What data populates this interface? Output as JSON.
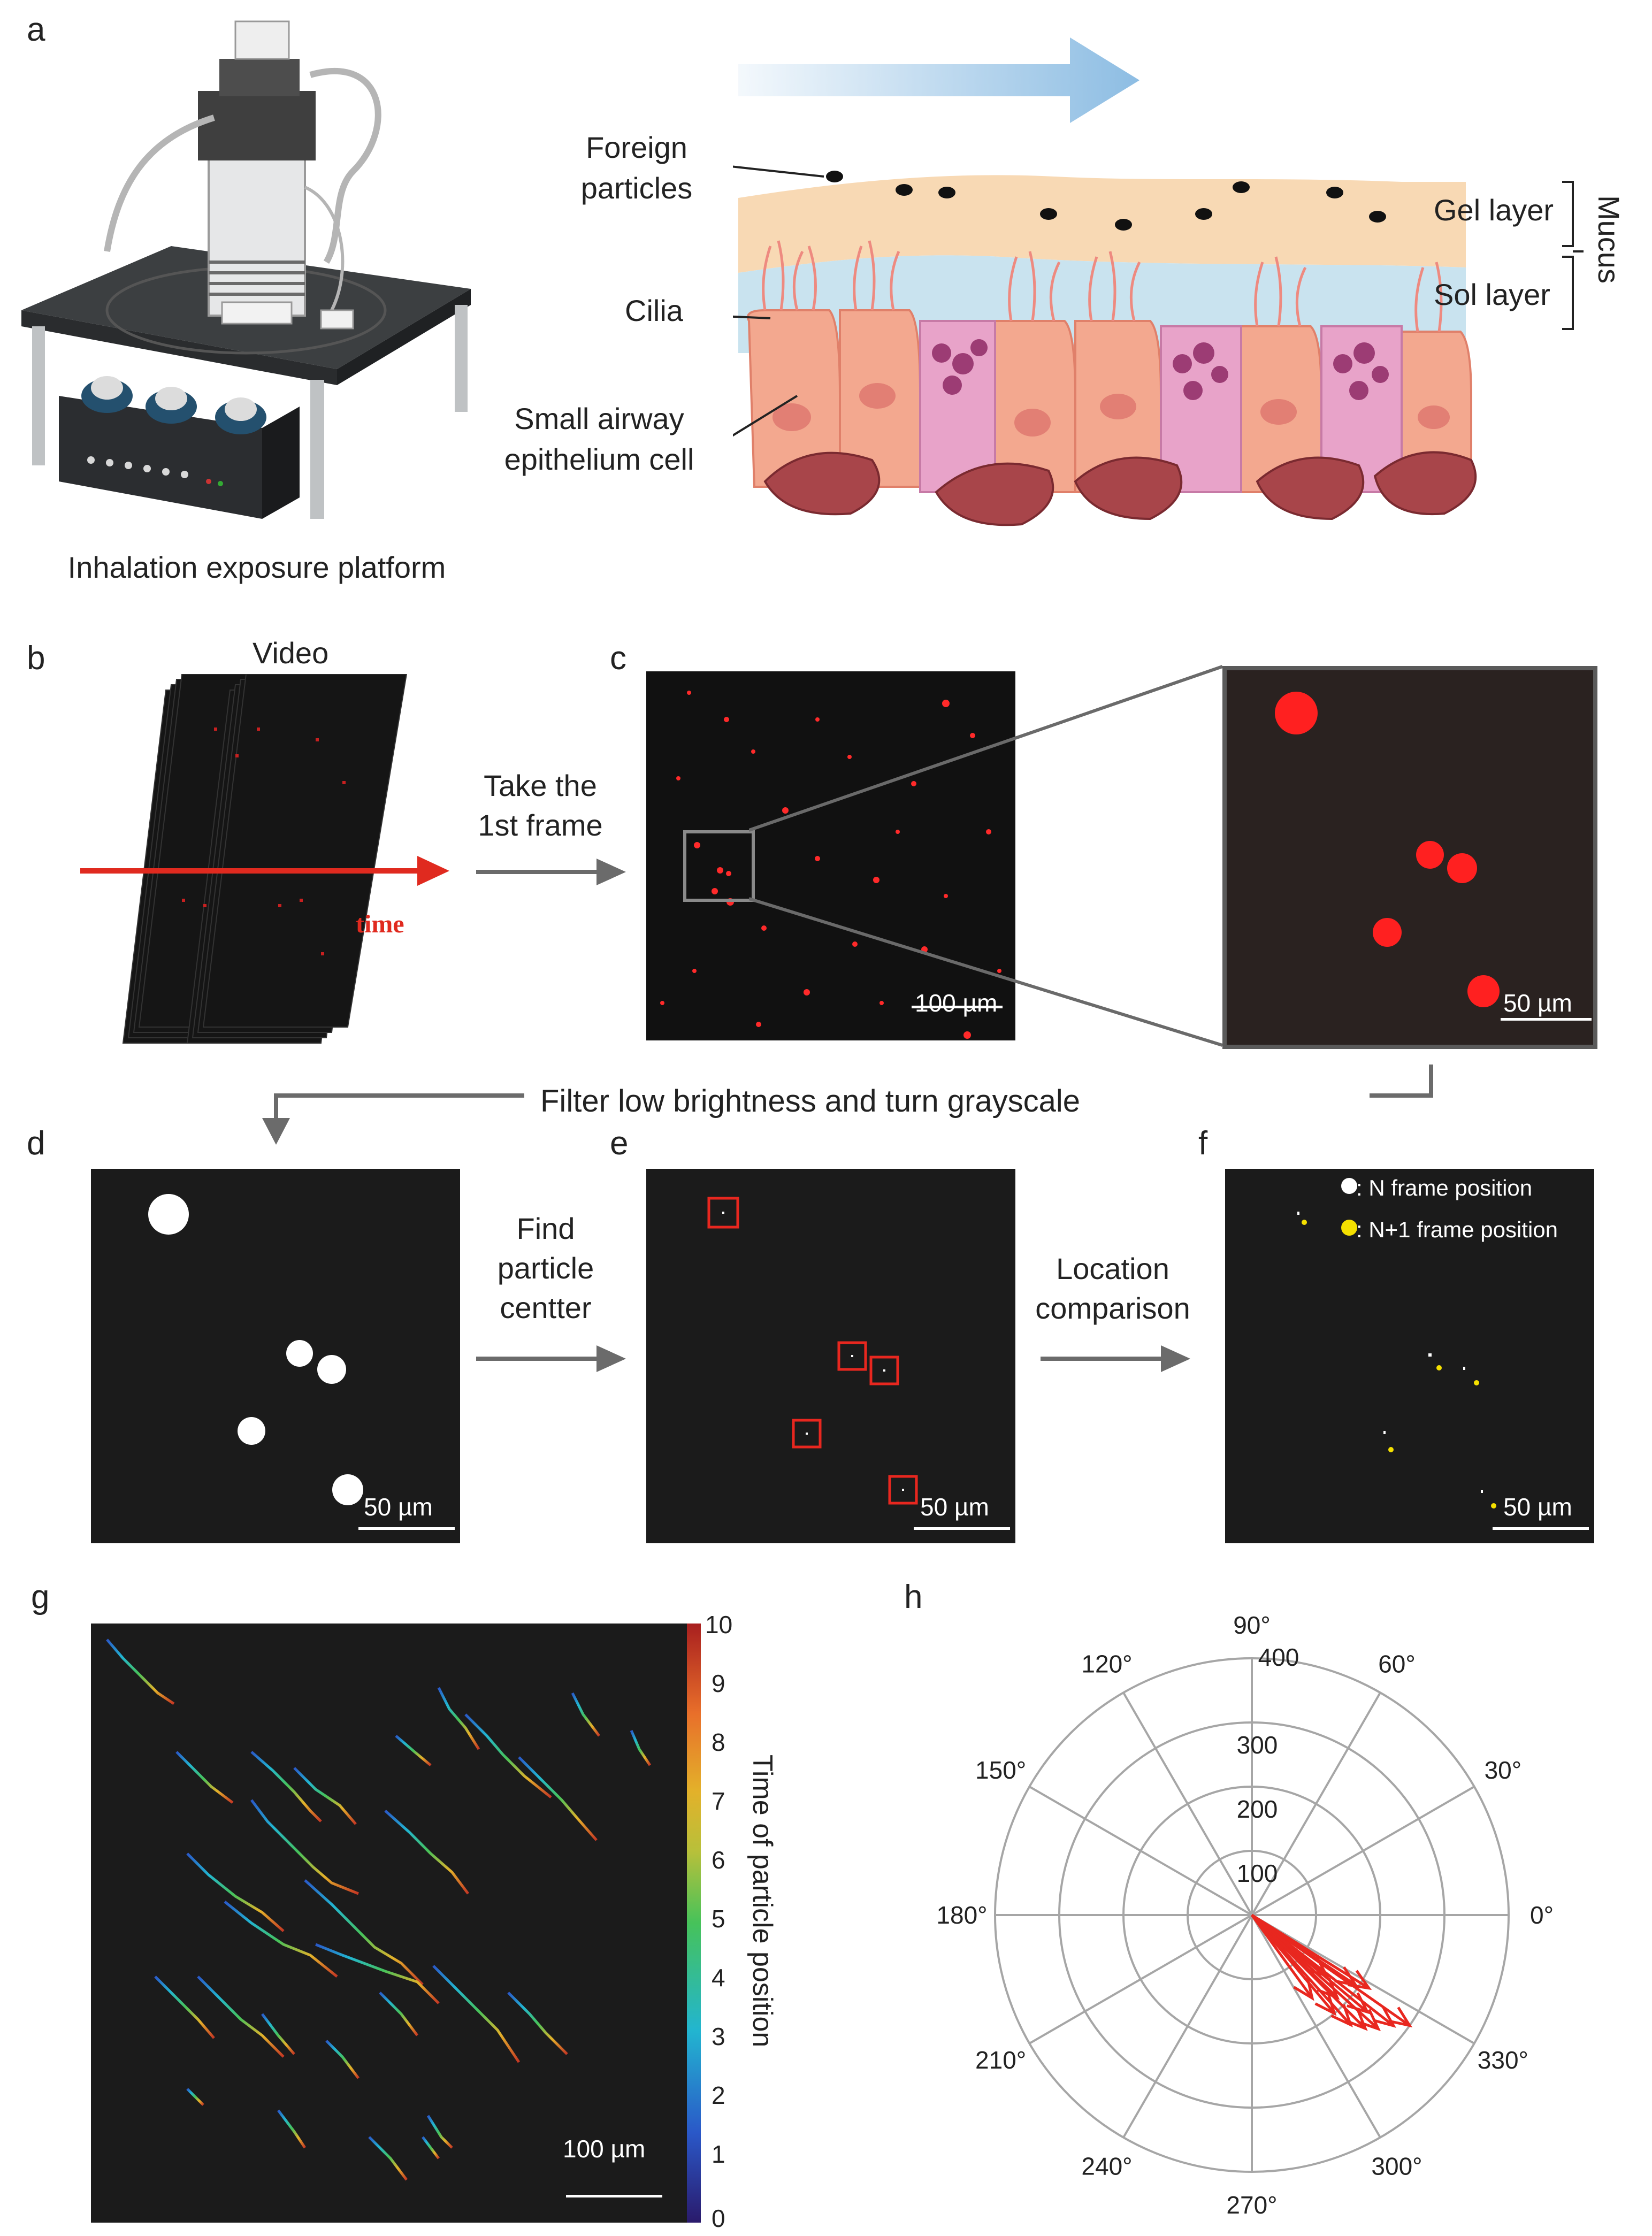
{
  "panels": {
    "a": {
      "label": "a",
      "platform_caption": "Inhalation exposure platform",
      "labels": {
        "foreign_particles": "Foreign\nparticles",
        "cilia": "Cilia",
        "small_airway": "Small airway\nepithelium cell",
        "gel_layer": "Gel layer",
        "sol_layer": "Sol layer",
        "mucus": "Mucus"
      },
      "colors": {
        "gel": "#f8d9b4",
        "sol": "#c9e3ef",
        "cell": "#f3a88f",
        "arrow": "#8dbde3"
      }
    },
    "b": {
      "label": "b",
      "title": "Video",
      "time_label": "time"
    },
    "c": {
      "label": "c",
      "scale_left": "100 µm",
      "scale_right": "50 µm"
    },
    "arrows": {
      "take_frame": "Take the\n1st frame",
      "filter": "Filter low brightness and turn grayscale",
      "find_center": "Find\nparticle\ncentter",
      "location": "Location\ncomparison"
    },
    "d": {
      "label": "d",
      "scale": "50 µm"
    },
    "e": {
      "label": "e",
      "scale": "50 µm"
    },
    "f": {
      "label": "f",
      "scale": "50 µm",
      "legend_n": ": N frame position",
      "legend_n1": ": N+1 frame position"
    },
    "g": {
      "label": "g",
      "scale": "100 µm",
      "colorbar_label": "Time of particle position",
      "colorbar_ticks": [
        "0",
        "1",
        "2",
        "3",
        "4",
        "5",
        "6",
        "7",
        "8",
        "9",
        "10"
      ]
    },
    "h": {
      "label": "h",
      "angle_labels": [
        "0°",
        "30°",
        "60°",
        "90°",
        "120°",
        "150°",
        "180°",
        "210°",
        "240°",
        "270°",
        "300°",
        "330°"
      ],
      "radial_labels": [
        "100",
        "200",
        "300",
        "400"
      ]
    }
  },
  "chart_data": {
    "type": "polar",
    "panel": "h",
    "angles_deg": [
      0,
      30,
      60,
      90,
      120,
      150,
      180,
      210,
      240,
      270,
      300,
      330
    ],
    "radial_ticks": [
      100,
      200,
      300,
      400
    ],
    "rlim": [
      0,
      400
    ],
    "series": [
      {
        "vectors": [
          {
            "angle_deg": 325,
            "magnitude": 300
          },
          {
            "angle_deg": 322,
            "magnitude": 280
          },
          {
            "angle_deg": 318,
            "magnitude": 265
          },
          {
            "angle_deg": 315,
            "magnitude": 250
          },
          {
            "angle_deg": 320,
            "magnitude": 235
          },
          {
            "angle_deg": 312,
            "magnitude": 230
          },
          {
            "angle_deg": 328,
            "magnitude": 215
          },
          {
            "angle_deg": 310,
            "magnitude": 200
          },
          {
            "angle_deg": 326,
            "magnitude": 195
          },
          {
            "angle_deg": 316,
            "magnitude": 185
          },
          {
            "angle_deg": 306,
            "magnitude": 160
          },
          {
            "angle_deg": 321,
            "magnitude": 150
          }
        ],
        "color": "#e8271f"
      }
    ]
  }
}
